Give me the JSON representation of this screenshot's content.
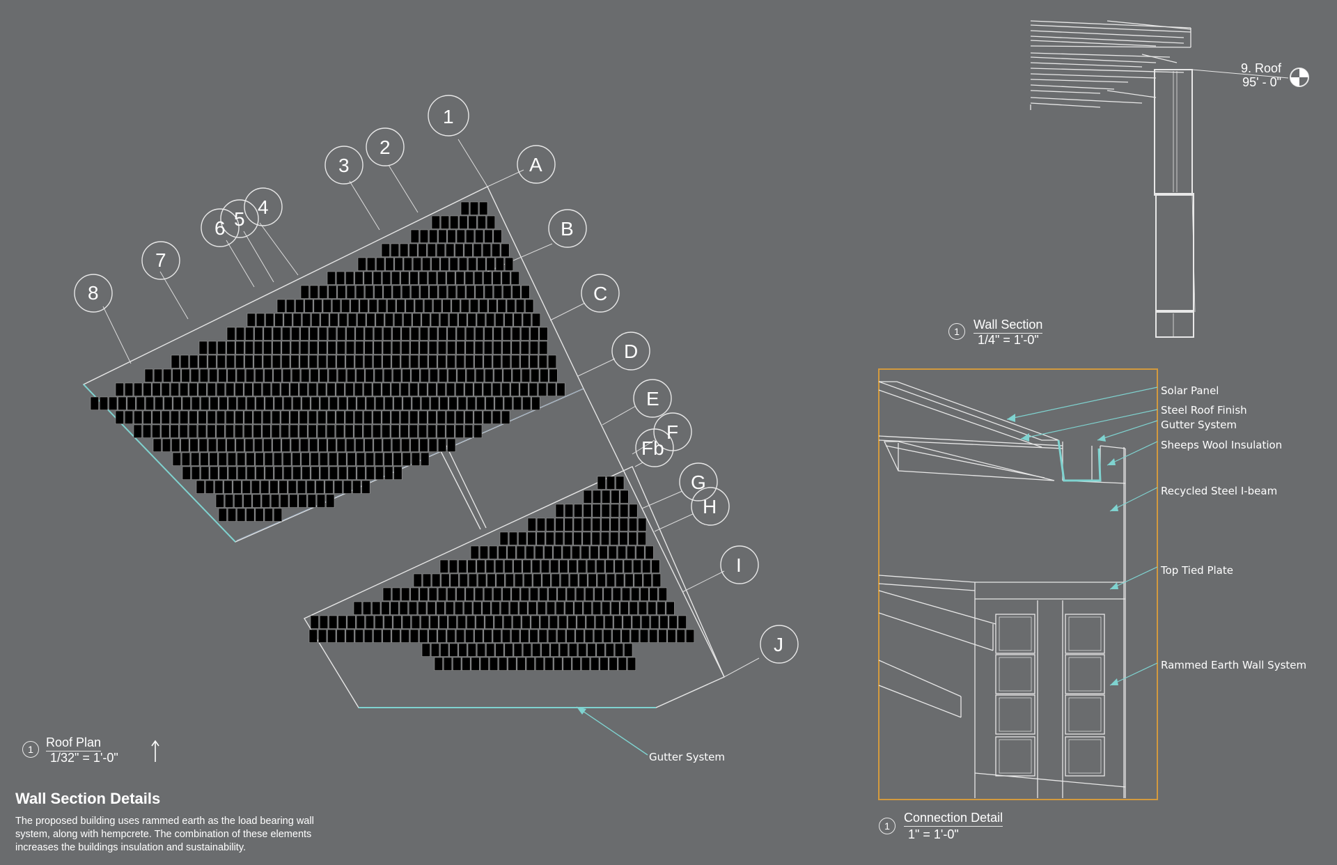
{
  "roof_plan": {
    "grid_bubbles_numbers": [
      "1",
      "2",
      "3",
      "4",
      "5",
      "6",
      "7",
      "8"
    ],
    "grid_bubbles_letters": [
      "A",
      "B",
      "C",
      "D",
      "E",
      "F",
      "Fb",
      "G",
      "H",
      "I",
      "J"
    ],
    "gutter_label": "Gutter System",
    "title": "Roof Plan",
    "scale": "1/32\" = 1'-0\"",
    "view_number": "1"
  },
  "wall_section": {
    "title": "Wall Section",
    "scale": "1/4\" = 1'-0\"",
    "view_number": "1",
    "level_name": "9. Roof",
    "level_elevation": "95' - 0\""
  },
  "connection_detail": {
    "title": "Connection Detail",
    "scale": "1\" = 1'-0\"",
    "view_number": "1",
    "callouts": [
      "Solar Panel",
      "Steel Roof Finish",
      "Gutter System",
      "Sheeps Wool Insulation",
      "Recycled Steel I-beam",
      "Top Tied Plate",
      "Rammed Earth Wall System"
    ]
  },
  "description": {
    "title": "Wall Section Details",
    "body": "The proposed building uses rammed earth as the load bearing wall system, along with hempcrete. The combination of these elements increases the buildings insulation and sustainability."
  },
  "colors": {
    "background": "#6a6c6e",
    "linework": "#e8e8e8",
    "accent_cyan": "#7fd3d0",
    "detail_frame": "#d39a3e",
    "panel_fill": "#000000"
  }
}
